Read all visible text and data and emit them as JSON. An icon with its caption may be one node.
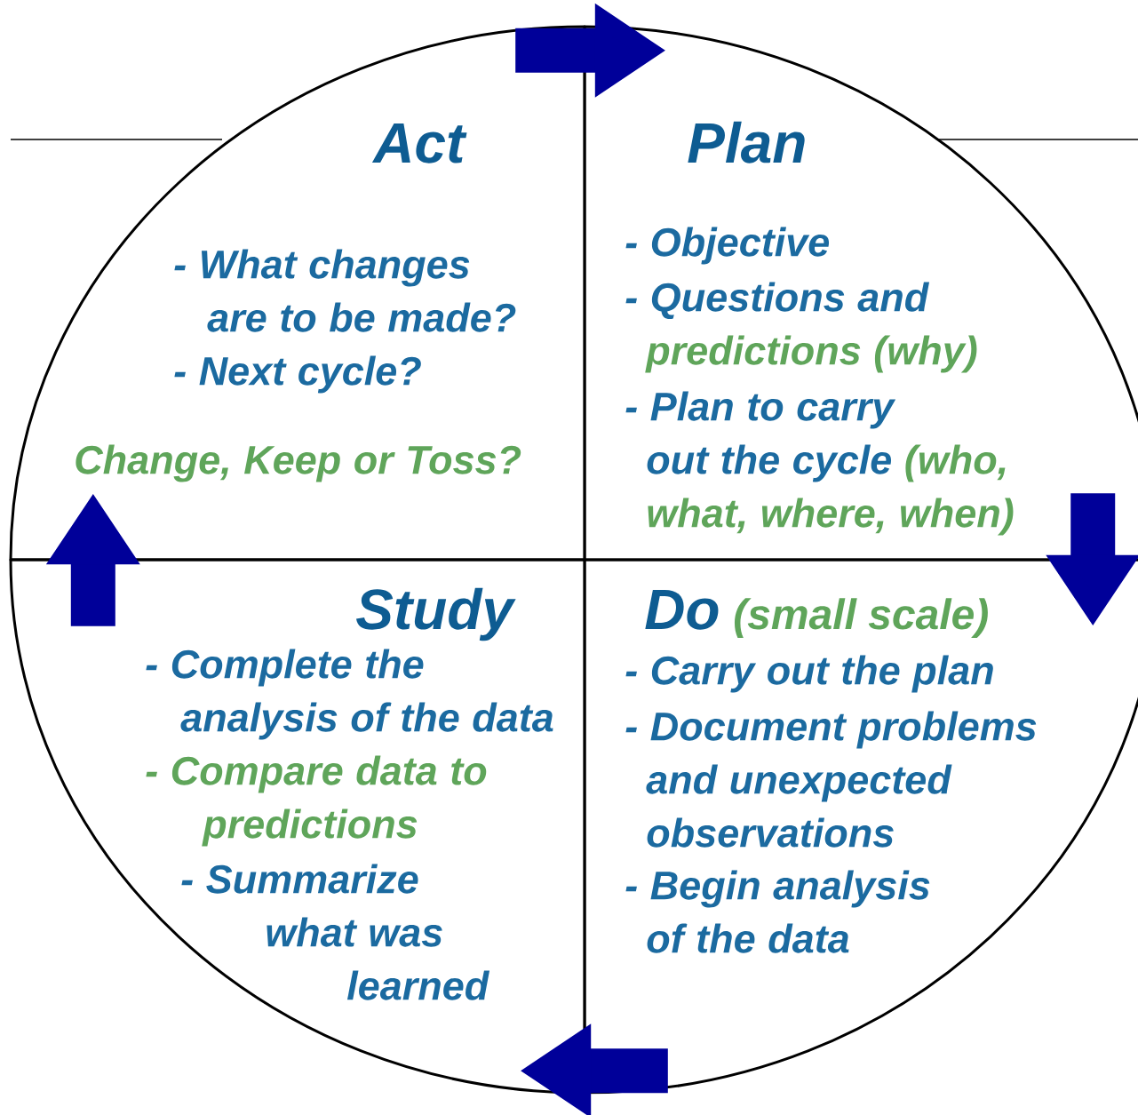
{
  "diagram": {
    "nodes": [
      {
        "text": [
          "Act",
          "- What changes are to be made?",
          "- Next cycle?",
          "Change, Keep or Toss?"
        ]
      },
      {
        "text": [
          "Plan",
          "- Objective",
          "- Questions and",
          "predictions (why)",
          "- Plan to carry out the cycle",
          "(who, what, where, when)"
        ]
      },
      {
        "text": [
          "Study",
          "- Complete the analysis of the data",
          "- Compare data to predictions",
          "- Summarize what was learned"
        ]
      },
      {
        "text": [
          "Do",
          "(small scale)",
          "- Carry out the plan",
          "- Document problems and unexpected observations",
          "- Begin analysis of the data"
        ]
      }
    ],
    "edges": [
      {
        "from": 0,
        "to": 1,
        "arrow": "to"
      },
      {
        "from": 1,
        "to": 3,
        "arrow": "to"
      },
      {
        "from": 3,
        "to": 2,
        "arrow": "to"
      },
      {
        "from": 2,
        "to": 0,
        "arrow": "to"
      }
    ]
  }
}
